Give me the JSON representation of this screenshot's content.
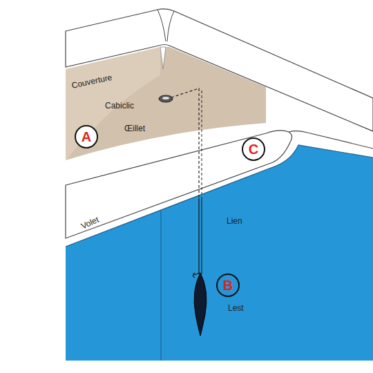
{
  "diagram": {
    "nodes": [
      {
        "text": [
          "A"
        ]
      },
      {
        "text": [
          "C"
        ]
      },
      {
        "text": [
          "B"
        ]
      }
    ],
    "labels": [
      "Couverture",
      "Cabiclic",
      "Œillet",
      "Volet",
      "Lien",
      "Lest"
    ]
  }
}
